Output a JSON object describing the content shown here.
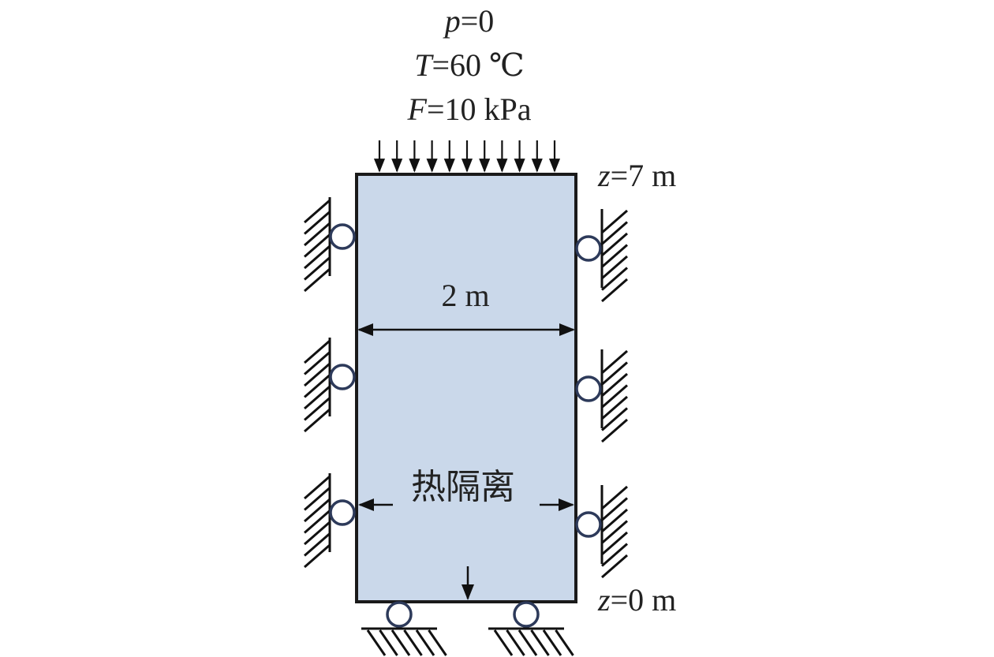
{
  "boundary_top": {
    "line_p": {
      "symbol": "p",
      "rest": "=0"
    },
    "line_T": {
      "symbol": "T",
      "rest": "=60 ℃"
    },
    "line_F": {
      "symbol": "F",
      "rest": "=10 kPa"
    }
  },
  "elevation": {
    "top": {
      "symbol": "z",
      "rest": "=7 m"
    },
    "bottom": {
      "symbol": "z",
      "rest": "=0 m"
    }
  },
  "width_label": "2 m",
  "side_label": "热隔离",
  "colors": {
    "domain_fill": "#cad8ea",
    "outline": "#1a1a1a",
    "roller": "#2d3a5a",
    "text": "#222222"
  },
  "icons": [
    "down-arrow-icon",
    "roller-support-icon",
    "hatched-wall-icon",
    "double-arrow-icon"
  ]
}
